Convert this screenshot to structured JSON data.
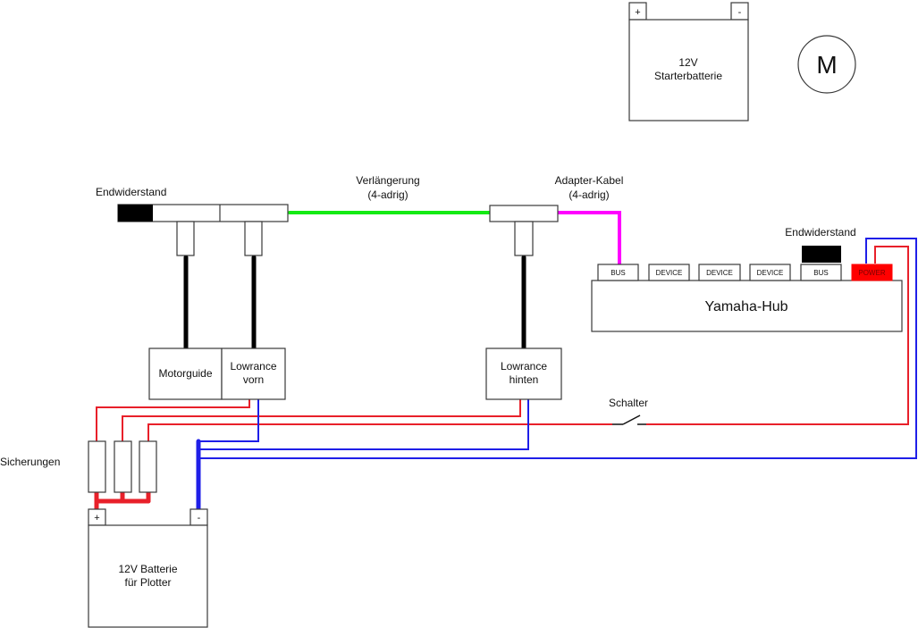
{
  "starter_battery": {
    "line1": "12V",
    "line2": "Starterbatterie",
    "plus": "+",
    "minus": "-"
  },
  "motor": {
    "label": "M"
  },
  "front_bus": {
    "terminator_label": "Endwiderstand"
  },
  "extension_cable": {
    "line1": "Verlängerung",
    "line2": "(4-adrig)"
  },
  "adapter_cable": {
    "line1": "Adapter-Kabel",
    "line2": "(4-adrig)"
  },
  "devices": {
    "motorguide": "Motorguide",
    "lowrance_front": {
      "line1": "Lowrance",
      "line2": "vorn"
    },
    "lowrance_rear": {
      "line1": "Lowrance",
      "line2": "hinten"
    }
  },
  "hub": {
    "label": "Yamaha-Hub",
    "terminator_label": "Endwiderstand",
    "ports": [
      "BUS",
      "DEVICE",
      "DEVICE",
      "DEVICE",
      "BUS",
      "POWER"
    ]
  },
  "switch": {
    "label": "Schalter"
  },
  "fuses": {
    "label": "Sicherungen",
    "count": 3
  },
  "plotter_battery": {
    "line1": "12V Batterie",
    "line2": "für Plotter",
    "plus": "+",
    "minus": "-"
  },
  "colors": {
    "power_wire": "#e8202a",
    "ground_wire": "#1f1fe8",
    "extension_cable": "#14ea14",
    "adapter_cable": "#ff00ff",
    "drop_cable": "#000000",
    "power_port": "#ff0000",
    "terminator": "#000000"
  }
}
